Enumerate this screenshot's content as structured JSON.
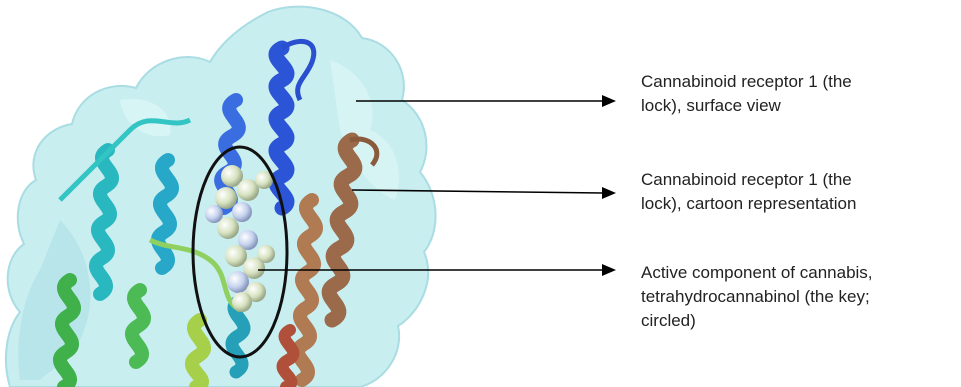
{
  "annotations": [
    {
      "id": "surface",
      "text": "Cannabinoid receptor 1 (the\nlock), surface view"
    },
    {
      "id": "cartoon",
      "text": "Cannabinoid receptor 1 (the\nlock), cartoon representation"
    },
    {
      "id": "ligand",
      "text": "Active component of cannabis,\ntetrahydrocannabinol (the key;\ncircled)"
    }
  ],
  "colors": {
    "surface": "#c8eef0",
    "helix_blue": "#2b55d6",
    "helix_cyan": "#2ab8c0",
    "helix_green": "#3fb04a",
    "helix_brown": "#9a6a4a",
    "ligand": "#dfe7c8",
    "ellipse": "#111111"
  }
}
